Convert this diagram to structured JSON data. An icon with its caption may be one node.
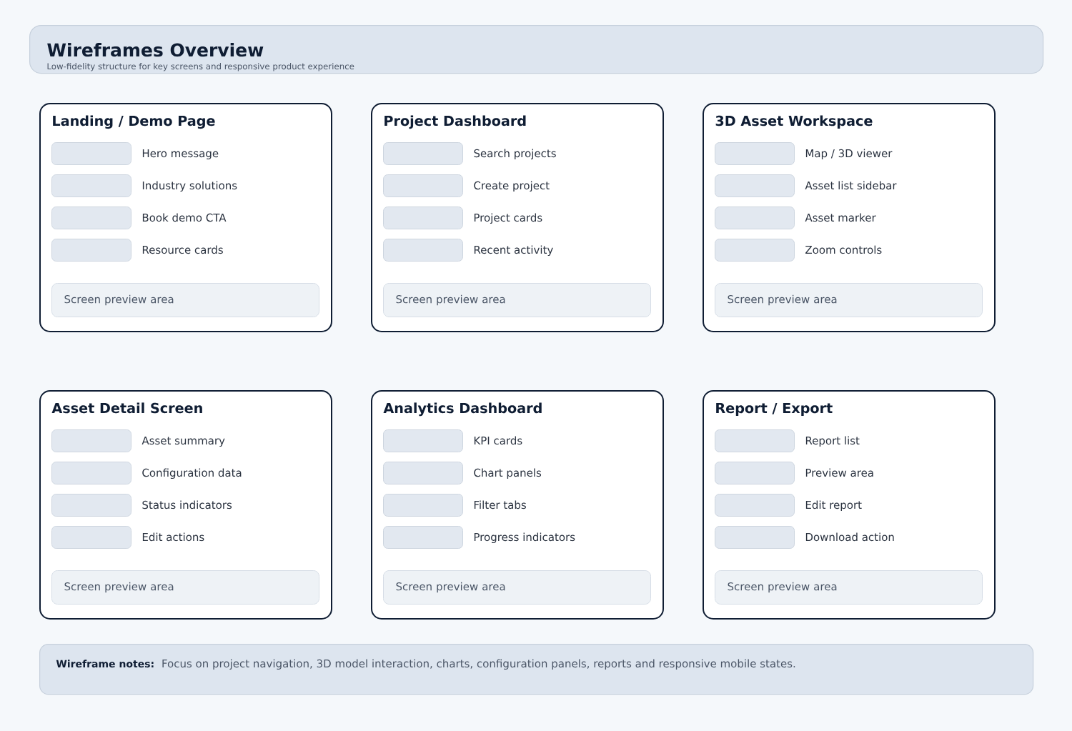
{
  "diagram": {
    "nodes": [
      {
        "text": [
          "Wireframes Overview",
          "Low-fidelity structure for key screens and responsive product experience"
        ]
      },
      {
        "text": [
          "Landing / Demo Page"
        ]
      },
      {
        "text": [],
        "shape": "box",
        "in": 1,
        "beside": [
          "Hero message"
        ]
      },
      {
        "text": [],
        "shape": "box",
        "in": 1,
        "beside": [
          "Industry solutions"
        ]
      },
      {
        "text": [],
        "shape": "box",
        "in": 1,
        "beside": [
          "Book demo CTA"
        ]
      },
      {
        "text": [],
        "shape": "box",
        "in": 1,
        "beside": [
          "Resource cards"
        ]
      },
      {
        "text": [
          "Screen preview area"
        ],
        "in": 1
      },
      {
        "text": [
          "Project Dashboard"
        ]
      },
      {
        "text": [],
        "shape": "box",
        "in": 7,
        "beside": [
          "Search projects"
        ]
      },
      {
        "text": [],
        "shape": "box",
        "in": 7,
        "beside": [
          "Create project"
        ]
      },
      {
        "text": [],
        "shape": "box",
        "in": 7,
        "beside": [
          "Project cards"
        ]
      },
      {
        "text": [],
        "shape": "box",
        "in": 7,
        "beside": [
          "Recent activity"
        ]
      },
      {
        "text": [
          "Screen preview area"
        ],
        "in": 7
      },
      {
        "text": [
          "3D Asset Workspace"
        ]
      },
      {
        "text": [],
        "shape": "box",
        "in": 13,
        "beside": [
          "Map / 3D viewer"
        ]
      },
      {
        "text": [],
        "shape": "box",
        "in": 13,
        "beside": [
          "Asset list sidebar"
        ]
      },
      {
        "text": [],
        "shape": "box",
        "in": 13,
        "beside": [
          "Asset marker"
        ]
      },
      {
        "text": [],
        "shape": "box",
        "in": 13,
        "beside": [
          "Zoom controls"
        ]
      },
      {
        "text": [
          "Screen preview area"
        ],
        "in": 13
      },
      {
        "text": [
          "Asset Detail Screen"
        ]
      },
      {
        "text": [],
        "shape": "box",
        "in": 19,
        "beside": [
          "Asset summary"
        ]
      },
      {
        "text": [],
        "shape": "box",
        "in": 19,
        "beside": [
          "Configuration data"
        ]
      },
      {
        "text": [],
        "shape": "box",
        "in": 19,
        "beside": [
          "Status indicators"
        ]
      },
      {
        "text": [],
        "shape": "box",
        "in": 19,
        "beside": [
          "Edit actions"
        ]
      },
      {
        "text": [
          "Screen preview area"
        ],
        "in": 19
      },
      {
        "text": [
          "Analytics Dashboard"
        ]
      },
      {
        "text": [],
        "shape": "box",
        "in": 25,
        "beside": [
          "KPI cards"
        ]
      },
      {
        "text": [],
        "shape": "box",
        "in": 25,
        "beside": [
          "Chart panels"
        ]
      },
      {
        "text": [],
        "shape": "box",
        "in": 25,
        "beside": [
          "Filter tabs"
        ]
      },
      {
        "text": [],
        "shape": "box",
        "in": 25,
        "beside": [
          "Progress indicators"
        ]
      },
      {
        "text": [
          "Screen preview area"
        ],
        "in": 25
      },
      {
        "text": [
          "Report / Export"
        ]
      },
      {
        "text": [],
        "shape": "box",
        "in": 31,
        "beside": [
          "Report list"
        ]
      },
      {
        "text": [],
        "shape": "box",
        "in": 31,
        "beside": [
          "Preview area"
        ]
      },
      {
        "text": [],
        "shape": "box",
        "in": 31,
        "beside": [
          "Edit report"
        ]
      },
      {
        "text": [],
        "shape": "box",
        "in": 31,
        "beside": [
          "Download action"
        ]
      },
      {
        "text": [
          "Screen preview area"
        ],
        "in": 31
      },
      {
        "text": [
          "Wireframe notes:",
          "Focus on project navigation, 3D model interaction, charts, configuration panels, reports and responsive mobile states."
        ]
      }
    ]
  }
}
